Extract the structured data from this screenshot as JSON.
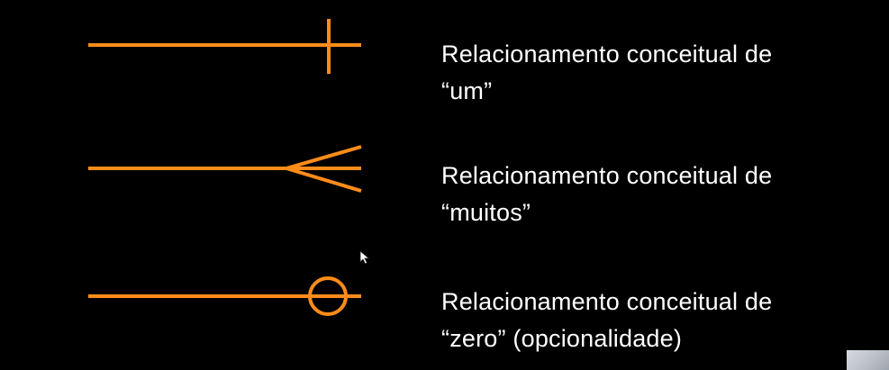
{
  "colors": {
    "background": "#000000",
    "symbol": "#FF8C1A",
    "text": "#FFFFFF"
  },
  "rows": [
    {
      "symbol": "one-notation-icon",
      "line1": "Relacionamento conceitual de",
      "line2": "“um”"
    },
    {
      "symbol": "many-crowfoot-notation-icon",
      "line1": "Relacionamento conceitual de",
      "line2": "“muitos”"
    },
    {
      "symbol": "zero-circle-notation-icon",
      "line1": "Relacionamento conceitual de",
      "line2": "“zero” (opcionalidade)"
    }
  ]
}
